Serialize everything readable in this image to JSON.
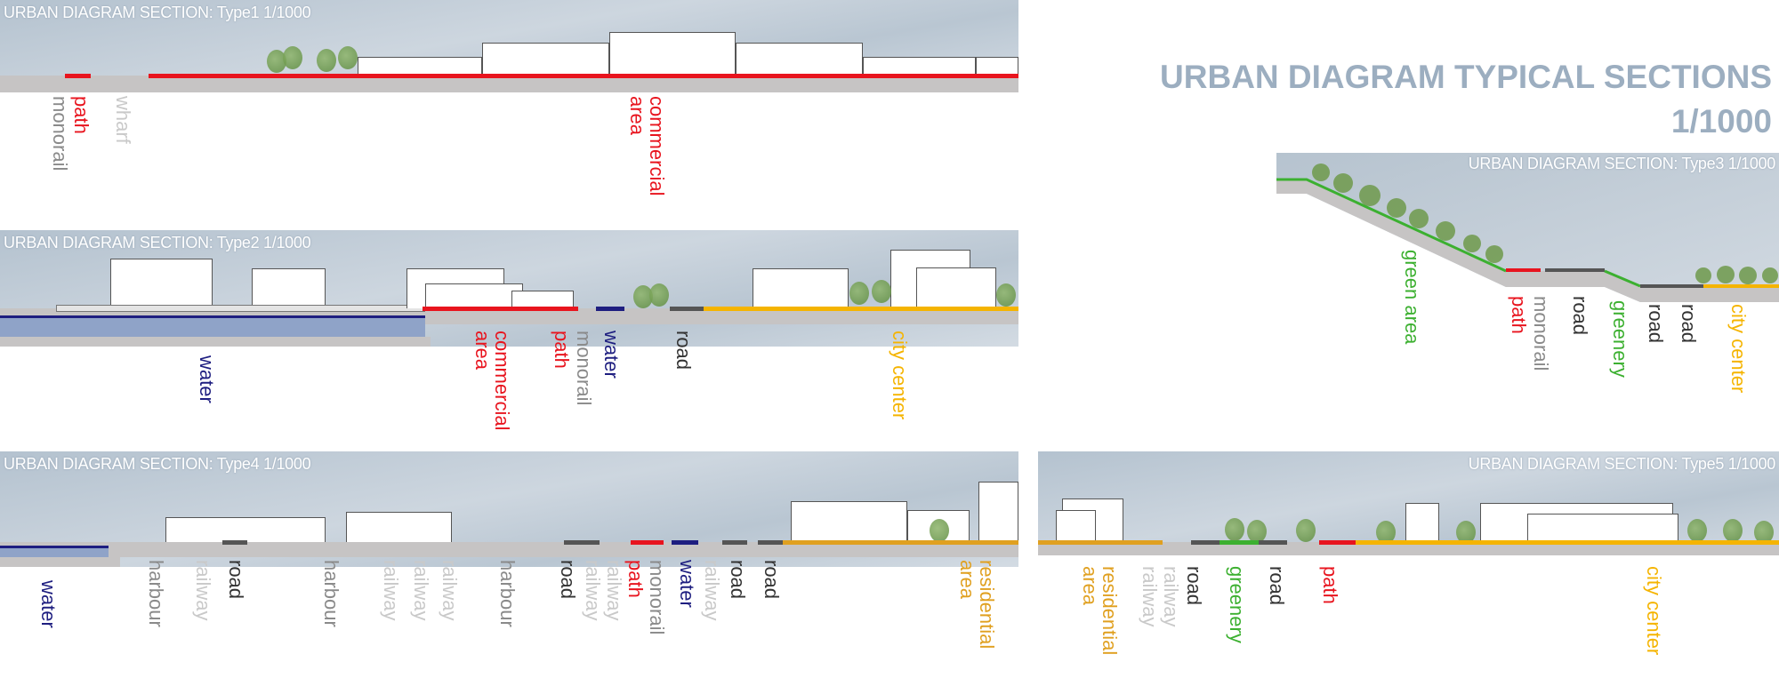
{
  "main_title": {
    "line1": "URBAN DIAGRAM TYPICAL SECTIONS",
    "line2": "1/1000"
  },
  "sections": [
    {
      "title": "URBAN DIAGRAM SECTION: Type1 1/1000",
      "labels": [
        {
          "lines": [
            "path"
          ]
        },
        {
          "lines": [
            "monorail"
          ]
        },
        {
          "lines": [
            "wharf"
          ]
        },
        {
          "lines": [
            "commercial",
            "area"
          ]
        }
      ]
    },
    {
      "title": "URBAN DIAGRAM SECTION: Type2 1/1000",
      "labels": [
        {
          "lines": [
            "water"
          ]
        },
        {
          "lines": [
            "commercial",
            "area"
          ]
        },
        {
          "lines": [
            "path"
          ]
        },
        {
          "lines": [
            "monorail"
          ]
        },
        {
          "lines": [
            "water"
          ]
        },
        {
          "lines": [
            "road"
          ]
        },
        {
          "lines": [
            "city center"
          ]
        }
      ]
    },
    {
      "title": "URBAN DIAGRAM SECTION: Type3 1/1000",
      "labels": [
        {
          "lines": [
            "green area"
          ]
        },
        {
          "lines": [
            "path"
          ]
        },
        {
          "lines": [
            "monorail"
          ]
        },
        {
          "lines": [
            "road"
          ]
        },
        {
          "lines": [
            "greenery"
          ]
        },
        {
          "lines": [
            "road"
          ]
        },
        {
          "lines": [
            "road"
          ]
        },
        {
          "lines": [
            "city center"
          ]
        }
      ]
    },
    {
      "title": "URBAN DIAGRAM SECTION: Type4 1/1000",
      "labels": [
        {
          "lines": [
            "water"
          ]
        },
        {
          "lines": [
            "harbour"
          ]
        },
        {
          "lines": [
            "railway"
          ]
        },
        {
          "lines": [
            "road"
          ]
        },
        {
          "lines": [
            "harbour"
          ]
        },
        {
          "lines": [
            "railway"
          ]
        },
        {
          "lines": [
            "railway"
          ]
        },
        {
          "lines": [
            "railway"
          ]
        },
        {
          "lines": [
            "harbour"
          ]
        },
        {
          "lines": [
            "road"
          ]
        },
        {
          "lines": [
            "railway"
          ]
        },
        {
          "lines": [
            "railway"
          ]
        },
        {
          "lines": [
            "path"
          ]
        },
        {
          "lines": [
            "monorail"
          ]
        },
        {
          "lines": [
            "water"
          ]
        },
        {
          "lines": [
            "railway"
          ]
        },
        {
          "lines": [
            "road"
          ]
        },
        {
          "lines": [
            "road"
          ]
        },
        {
          "lines": [
            "residential",
            "area"
          ]
        }
      ]
    },
    {
      "title": "URBAN DIAGRAM SECTION: Type5 1/1000",
      "labels": [
        {
          "lines": [
            "residential",
            "area"
          ]
        },
        {
          "lines": [
            "railway"
          ]
        },
        {
          "lines": [
            "railway"
          ]
        },
        {
          "lines": [
            "road"
          ]
        },
        {
          "lines": [
            "greenery"
          ]
        },
        {
          "lines": [
            "road"
          ]
        },
        {
          "lines": [
            "path"
          ]
        },
        {
          "lines": [
            "city center"
          ]
        }
      ]
    }
  ]
}
